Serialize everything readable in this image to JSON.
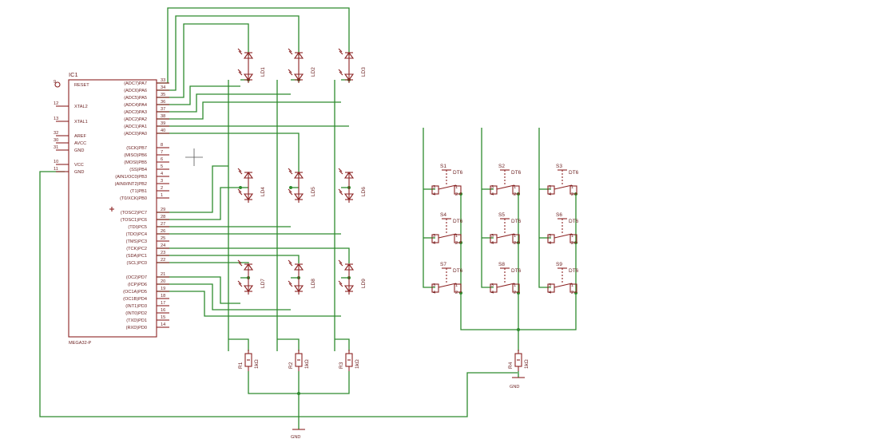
{
  "ic": {
    "ref": "IC1",
    "part": "MEGA32-P",
    "left_pins": [
      {
        "num": "9",
        "name": "RESET"
      },
      {
        "num": "12",
        "name": "XTAL2"
      },
      {
        "num": "13",
        "name": "XTAL1"
      },
      {
        "num": "32",
        "name": "AREF"
      },
      {
        "num": "30",
        "name": "AVCC"
      },
      {
        "num": "31",
        "name": "GND"
      },
      {
        "num": "10",
        "name": "VCC"
      },
      {
        "num": "11",
        "name": "GND"
      }
    ],
    "right_pins": [
      {
        "num": "33",
        "name": "(ADC7)PA7"
      },
      {
        "num": "34",
        "name": "(ADC6)PA6"
      },
      {
        "num": "35",
        "name": "(ADC5)PA5"
      },
      {
        "num": "36",
        "name": "(ADC4)PA4"
      },
      {
        "num": "37",
        "name": "(ADC3)PA3"
      },
      {
        "num": "38",
        "name": "(ADC2)PA2"
      },
      {
        "num": "39",
        "name": "(ADC1)PA1"
      },
      {
        "num": "40",
        "name": "(ADC0)PA0"
      },
      {
        "num": "8",
        "name": "(SCK)PB7"
      },
      {
        "num": "7",
        "name": "(MISO)PB6"
      },
      {
        "num": "6",
        "name": "(MOSI)PB5"
      },
      {
        "num": "5",
        "name": "(SS)PB4"
      },
      {
        "num": "4",
        "name": "(AIN1/OC0)PB3"
      },
      {
        "num": "3",
        "name": "(AIN0/INT2)PB2"
      },
      {
        "num": "2",
        "name": "(T1)PB1"
      },
      {
        "num": "1",
        "name": "(T0/XCK)PB0"
      },
      {
        "num": "29",
        "name": "(TOSC2)PC7"
      },
      {
        "num": "28",
        "name": "(TOSC1)PC6"
      },
      {
        "num": "27",
        "name": "(TDI)PC5"
      },
      {
        "num": "26",
        "name": "(TDO)PC4"
      },
      {
        "num": "25",
        "name": "(TMS)PC3"
      },
      {
        "num": "24",
        "name": "(TCK)PC2"
      },
      {
        "num": "23",
        "name": "(SDA)PC1"
      },
      {
        "num": "22",
        "name": "(SCL)PC0"
      },
      {
        "num": "21",
        "name": "(OC2)PD7"
      },
      {
        "num": "20",
        "name": "(ICP)PD6"
      },
      {
        "num": "19",
        "name": "(OC1A)PD5"
      },
      {
        "num": "18",
        "name": "(OC1B)PD4"
      },
      {
        "num": "17",
        "name": "(INT1)PD3"
      },
      {
        "num": "16",
        "name": "(INT0)PD2"
      },
      {
        "num": "15",
        "name": "(TXD)PD1"
      },
      {
        "num": "14",
        "name": "(RXD)PD0"
      }
    ]
  },
  "leds": [
    "LD1",
    "LD2",
    "LD3",
    "LD4",
    "LD5",
    "LD6",
    "LD7",
    "LD8",
    "LD9"
  ],
  "resistors": [
    {
      "ref": "R1",
      "value": "1kΩ"
    },
    {
      "ref": "R2",
      "value": "1kΩ"
    },
    {
      "ref": "R3",
      "value": "1kΩ"
    },
    {
      "ref": "R4",
      "value": "1kΩ"
    }
  ],
  "switches": [
    "S1",
    "S2",
    "S3",
    "S4",
    "S5",
    "S6",
    "S7",
    "S8",
    "S9"
  ],
  "switch_type": "DT6",
  "switch_pins": {
    "left": "3",
    "mid": "1",
    "bl": "4",
    "br": "2"
  },
  "gnd_label": "GND",
  "colors": {
    "wire": "#2e8b2e",
    "component": "#8b2222",
    "background": "#ffffff"
  }
}
